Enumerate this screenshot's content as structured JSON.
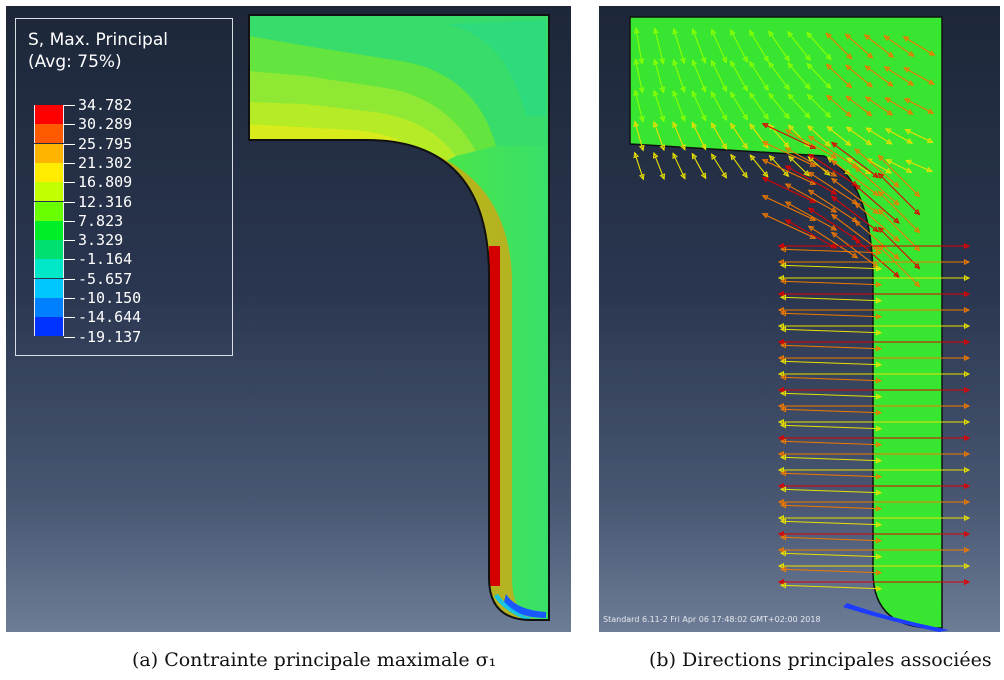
{
  "figure_a": {
    "legend": {
      "title": "S, Max. Principal",
      "subtitle": "(Avg: 75%)",
      "levels": [
        "34.782",
        "30.289",
        "25.795",
        "21.302",
        "16.809",
        "12.316",
        "7.823",
        "3.329",
        "-1.164",
        "-5.657",
        "-10.150",
        "-14.644",
        "-19.137"
      ],
      "colors": [
        "#ff0000",
        "#ff5a00",
        "#ffb400",
        "#ffec00",
        "#c3ff00",
        "#6aff00",
        "#00ee28",
        "#00e070",
        "#00e8c8",
        "#00c8ff",
        "#0080ff",
        "#0032ff"
      ]
    },
    "caption": "(a) Contrainte principale maximale σ₁"
  },
  "figure_b": {
    "status_line": "Standard 6.11-2    Fri Apr 06 17:48:02 GMT+02:00 2018",
    "caption": "(b) Directions principales associées"
  },
  "colors": {
    "background_top": "#1d2739",
    "background_bottom": "#6d7d96",
    "stress_high": "#e10000",
    "stress_mid": "#f0d000",
    "stress_low": "#2de04a",
    "arrow_red": "#e00000",
    "arrow_orange": "#f07800",
    "arrow_yellow": "#e8e000",
    "arrow_green": "#8cff00"
  }
}
